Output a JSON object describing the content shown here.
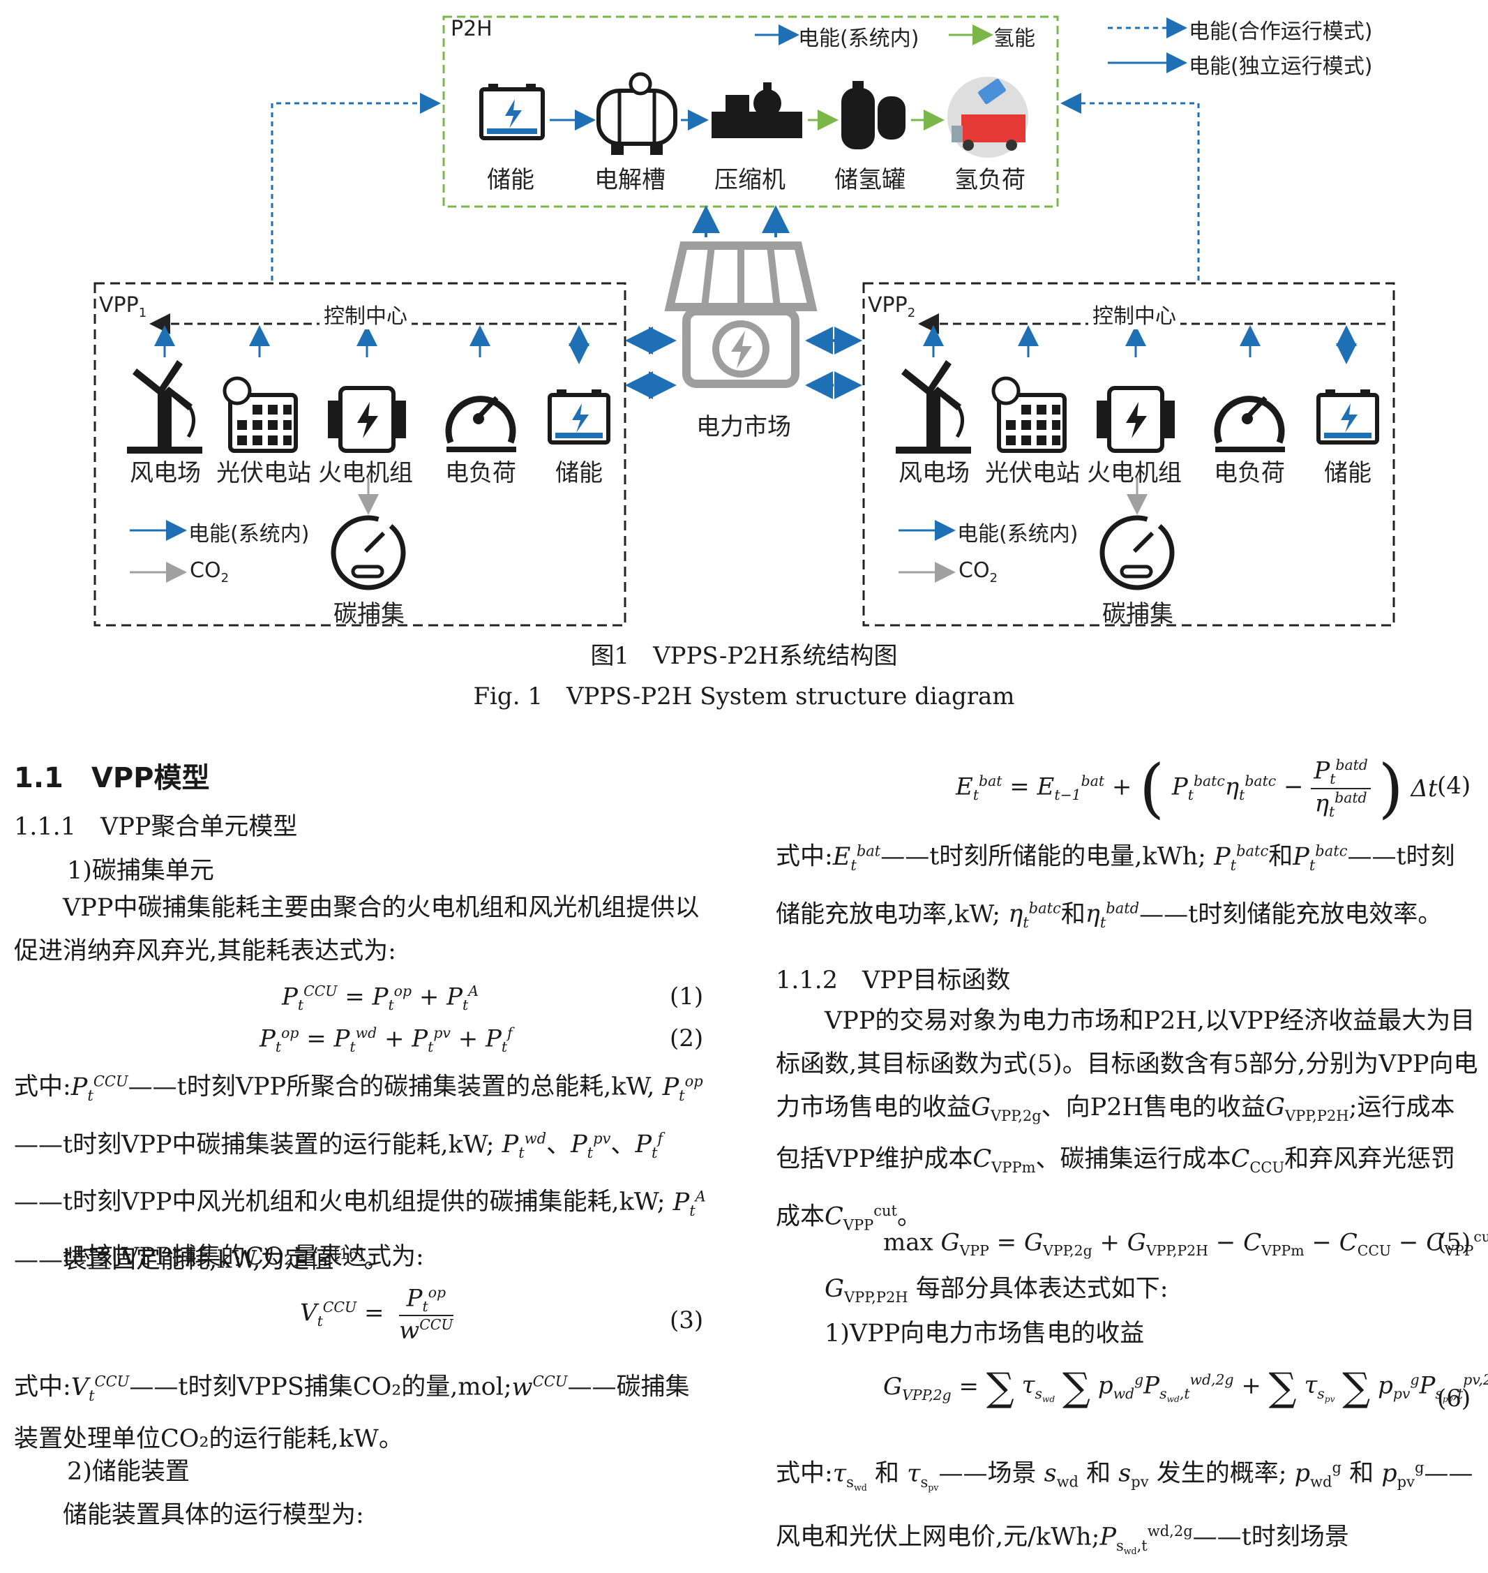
{
  "figure": {
    "p2h_title": "P2H",
    "p2h_legend": {
      "elec": "电能(系统内)",
      "h2": "氢能"
    },
    "p2h_items": [
      "储能",
      "电解槽",
      "压缩机",
      "储氢罐",
      "氢负荷"
    ],
    "top_legend": {
      "coop": "电能(合作运行模式)",
      "indep": "电能(独立运行模式)"
    },
    "market_label": "电力市场",
    "vpp1": {
      "title": "VPP",
      "sub": "1",
      "control": "控制中心",
      "items": [
        "风电场",
        "光伏电站",
        "火电机组",
        "电负荷",
        "储能"
      ],
      "legend_elec": "电能(系统内)",
      "legend_co2": "CO",
      "legend_co2_sub": "2",
      "ccs": "碳捕集"
    },
    "vpp2": {
      "title": "VPP",
      "sub": "2",
      "control": "控制中心",
      "items": [
        "风电场",
        "光伏电站",
        "火电机组",
        "电负荷",
        "储能"
      ],
      "legend_elec": "电能(系统内)",
      "legend_co2": "CO",
      "legend_co2_sub": "2",
      "ccs": "碳捕集"
    },
    "caption_cn": "图1　VPPS-P2H系统结构图",
    "caption_en": "Fig. 1　VPPS-P2H System structure diagram",
    "colors": {
      "blue": "#1f6fb5",
      "green": "#7ab648",
      "gray": "#a0a0a0",
      "dark": "#1a1a1a"
    }
  },
  "left": {
    "h2": "1.1　VPP模型",
    "h3": "1.1.1　VPP聚合单元模型",
    "item1": "1)碳捕集单元",
    "para1": "VPP中碳捕集能耗主要由聚合的火电机组和风光机组提供以促进消纳弃风弃光,其能耗表达式为:",
    "eq1_num": "(1)",
    "eq2_num": "(2)",
    "def1_a": "式中:",
    "def1_b": "——t时刻VPP所聚合的碳捕集装置的总能耗,kW,",
    "def1_c": "——t时刻VPP中碳捕集装置的运行能耗,kW;",
    "def1_d": "——t时刻VPP中风光机组和火电机组提供的碳捕集能耗,kW;",
    "def1_e": "——装置固定能耗,kW,为定值",
    "def1_ref": "[16]",
    "def1_end": "。",
    "para2": "t时刻VPP捕集的CO₂量表达式为:",
    "eq3_num": "(3)",
    "def3_a": "式中:",
    "def3_b": "——t时刻VPPS捕集CO₂的量,mol;",
    "def3_c": "——碳捕集装置处理单位CO₂的运行能耗,kW。",
    "item2": "2)储能装置",
    "para3": "储能装置具体的运行模型为:"
  },
  "right": {
    "eq4_num": "(4)",
    "def4_a": "式中:",
    "def4_b": "——t时刻所储能的电量,kWh;",
    "def4_c": "和",
    "def4_d": "——t时刻储能充放电功率,kW;",
    "def4_e": "和",
    "def4_f": "——t时刻储能充放电效率。",
    "h3": "1.1.2　VPP目标函数",
    "para1": "VPP的交易对象为电力市场和P2H,以VPP经济收益最大为目标函数,其目标函数为式(5)。目标函数含有5部分,分别为VPP向电力市场售电的收益",
    "para1_b": "、向P2H售电的收益",
    "para1_c": ";运行成本包括VPP维护成本",
    "para1_d": "、碳捕集运行成本",
    "para1_e": "和弃风弃光惩罚成本",
    "para1_f": "。",
    "eq5_num": "(5)",
    "para2": "每部分具体表达式如下:",
    "item1": "1)VPP向电力市场售电的收益",
    "eq6_num": "(6)",
    "def6_a": "式中:",
    "def6_b": "和",
    "def6_c": "——场景",
    "def6_d": "和",
    "def6_e": "发生的概率;",
    "def6_f": "和",
    "def6_g": "——风电和光伏上网电价,元/kWh;",
    "def6_h": "——t时刻场景"
  }
}
